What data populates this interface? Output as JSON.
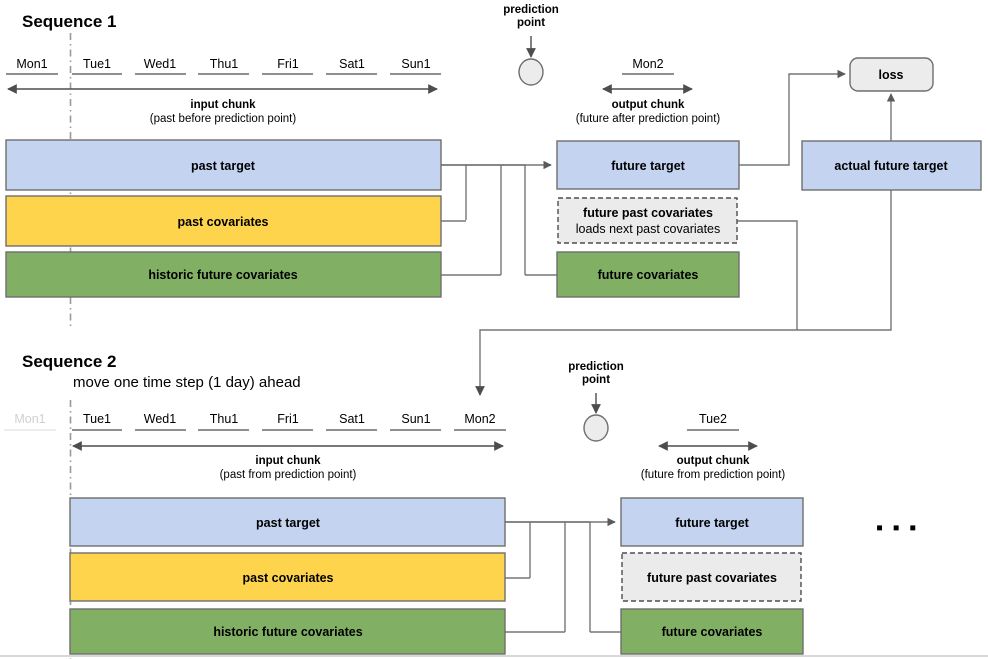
{
  "sequence1": {
    "title": "Sequence 1",
    "days": [
      "Mon1",
      "Tue1",
      "Wed1",
      "Thu1",
      "Fri1",
      "Sat1",
      "Sun1"
    ],
    "output_day": "Mon2",
    "input_chunk": {
      "label": "input chunk",
      "note": "(past before prediction point)"
    },
    "output_chunk": {
      "label": "output chunk",
      "note": "(future after prediction point)"
    },
    "prediction_point": {
      "line1": "prediction",
      "line2": "point"
    },
    "boxes": {
      "past_target": "past target",
      "past_covariates": "past covariates",
      "historic_future_covariates": "historic future covariates",
      "future_target": "future target",
      "future_past_covariates": "future past covariates",
      "future_past_covariates_note": "loads next past covariates",
      "future_covariates": "future covariates",
      "actual_future_target": "actual future target",
      "loss": "loss"
    }
  },
  "sequence2": {
    "title": "Sequence 2",
    "subtitle": "move one time step (1 day) ahead",
    "days_dim": "Mon1",
    "days": [
      "Tue1",
      "Wed1",
      "Thu1",
      "Fri1",
      "Sat1",
      "Sun1",
      "Mon2"
    ],
    "output_day": "Tue2",
    "input_chunk": {
      "label": "input chunk",
      "note": "(past from prediction point)"
    },
    "output_chunk": {
      "label": "output chunk",
      "note": "(future from prediction point)"
    },
    "prediction_point": {
      "line1": "prediction",
      "line2": "point"
    },
    "boxes": {
      "past_target": "past target",
      "past_covariates": "past covariates",
      "historic_future_covariates": "historic future covariates",
      "future_target": "future target",
      "future_past_covariates": "future past covariates",
      "future_covariates": "future covariates"
    },
    "ellipsis": "▪ ▪ ▪"
  },
  "colors": {
    "target_blue": "#c3d3f0",
    "covariates_yellow": "#ffd44d",
    "future_covariates_green": "#81b065",
    "dashed_gray": "#ebebeb",
    "loss_gray": "#ececec",
    "stroke": "#6e6e6e",
    "connector": "#767676"
  }
}
